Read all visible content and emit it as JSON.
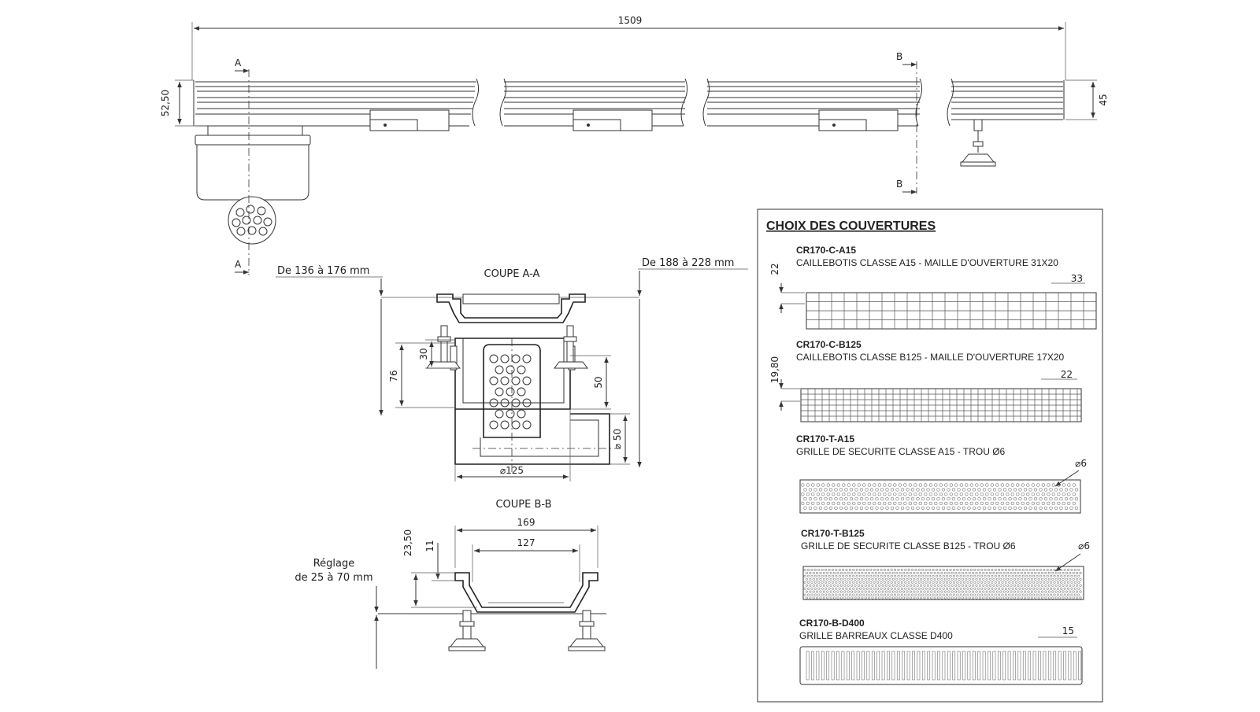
{
  "top_view": {
    "overall_length": "1509",
    "height_left": "52,50",
    "height_right": "45",
    "section_a_top": "A",
    "section_a_bottom": "A",
    "section_b_top": "B",
    "section_b_bottom": "B"
  },
  "coupe_aa": {
    "title": "COUPE A-A",
    "range_left": "De 136 à 176 mm",
    "range_right": "De 188 à 228 mm",
    "dim_30": "30",
    "dim_76": "76",
    "dim_50_right": "50",
    "dim_50_outlet": "⌀ 50",
    "dim_125": "⌀125"
  },
  "coupe_bb": {
    "title": "COUPE B-B",
    "dim_169": "169",
    "dim_127": "127",
    "dim_23_50": "23,50",
    "dim_11": "11",
    "reglage_line1": "Réglage",
    "reglage_line2": "de 25 à 70 mm"
  },
  "covers_panel": {
    "title": "CHOIX DES COUVERTURES",
    "items": [
      {
        "code": "CR170-C-A15",
        "desc": "CAILLEBOTIS CLASSE A15 - MAILLE D'OUVERTURE 31X20",
        "dim": "33",
        "side_dim": "22"
      },
      {
        "code": "CR170-C-B125",
        "desc": "CAILLEBOTIS CLASSE B125 - MAILLE D'OUVERTURE 17X20",
        "dim": "22",
        "side_dim": "19,80"
      },
      {
        "code": "CR170-T-A15",
        "desc": "GRILLE DE SECURITE CLASSE A15 - TROU Ø6",
        "dim": "⌀6"
      },
      {
        "code": "CR170-T-B125",
        "desc": "GRILLE DE SECURITE CLASSE B125 - TROU Ø6",
        "dim": "⌀6"
      },
      {
        "code": "CR170-B-D400",
        "desc": "GRILLE BARREAUX CLASSE D400",
        "dim": "15"
      }
    ]
  }
}
